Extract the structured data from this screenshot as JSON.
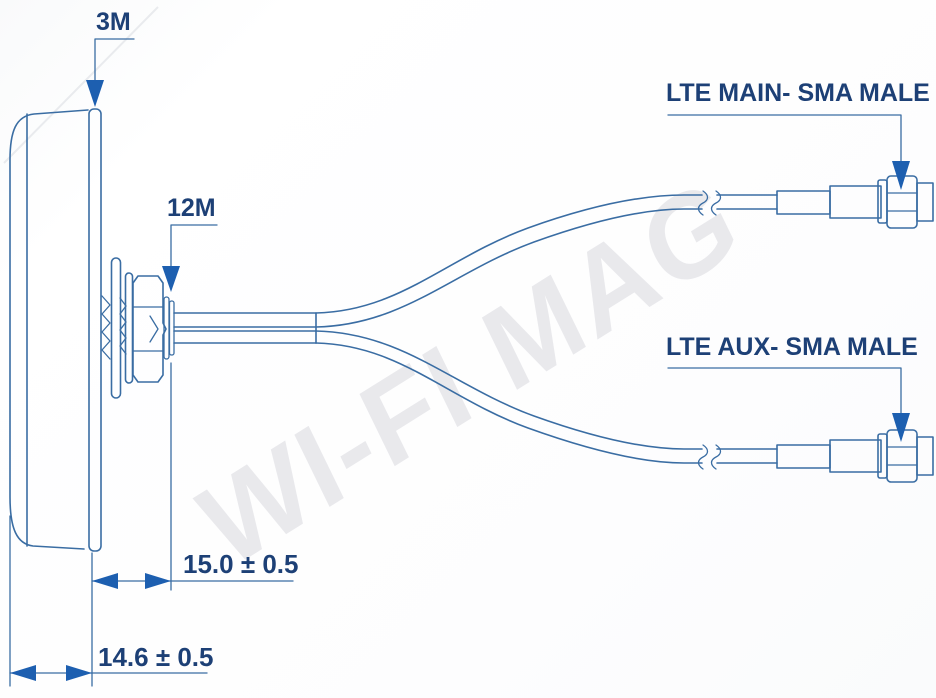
{
  "diagram": {
    "watermark": "WI-FI MAG",
    "callouts": {
      "cable_top": "3M",
      "mount": "12M",
      "main_connector": "LTE MAIN- SMA MALE",
      "aux_connector": "LTE AUX- SMA MALE"
    },
    "dimensions": {
      "mount_protrusion": "15.0 ± 0.5",
      "body_thickness": "14.6 ± 0.5"
    },
    "colors": {
      "text": "#1d4076",
      "line": "#3a6da3",
      "arrow": "#1d5fb0",
      "watermark": "#e9e9ec"
    }
  }
}
